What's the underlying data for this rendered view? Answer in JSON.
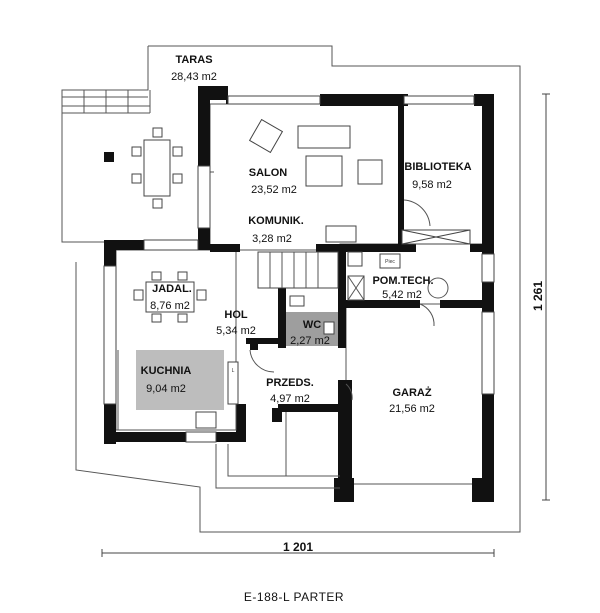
{
  "plan_title": "E-188-L PARTER",
  "dimensions": {
    "width": "1 201",
    "height": "1 261"
  },
  "rooms": {
    "taras": {
      "name": "TARAS",
      "area": "28,43 m2"
    },
    "salon": {
      "name": "SALON",
      "area": "23,52 m2"
    },
    "biblioteka": {
      "name": "BIBLIOTEKA",
      "area": "9,58 m2"
    },
    "komunik": {
      "name": "KOMUNIK.",
      "area": "3,28 m2"
    },
    "jadal": {
      "name": "JADAL.",
      "area": "8,76 m2"
    },
    "hol": {
      "name": "HOL",
      "area": "5,34 m2"
    },
    "wc": {
      "name": "WC",
      "area": "2,27 m2"
    },
    "pom_tech": {
      "name": "POM.TECH.",
      "area": "5,42 m2"
    },
    "kuchnia": {
      "name": "KUCHNIA",
      "area": "9,04 m2"
    },
    "przeds": {
      "name": "PRZEDS.",
      "area": "4,97 m2"
    },
    "garaz": {
      "name": "GARAŻ",
      "area": "21,56 m2"
    }
  },
  "appliance_labels": {
    "piec": "Piec",
    "lodowka": "L"
  },
  "colors": {
    "wall": "#111111",
    "kitchen_fill": "#bdbdbd",
    "wc_fill": "#9e9e9e",
    "background": "#ffffff"
  }
}
